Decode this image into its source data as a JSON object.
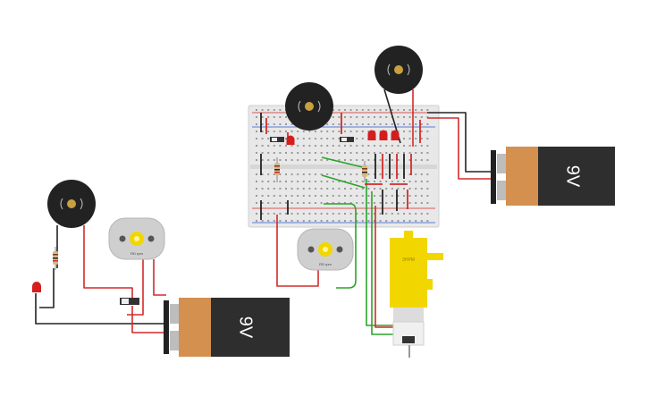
{
  "components": {
    "battery_left": {
      "label": "9V"
    },
    "battery_right": {
      "label": "9V"
    },
    "motor_left": {
      "label": "RD rpm"
    },
    "motor_center": {
      "label": "RD rpm"
    },
    "gear_motor": {
      "label": "3HPM"
    }
  },
  "colors": {
    "wire_red": "#d42a2a",
    "wire_black": "#222222",
    "wire_green": "#2aa42a",
    "battery_body": "#2e2e2e",
    "battery_label": "#d4904f",
    "breadboard": "#e6e6e6",
    "buzzer": "#222222",
    "buzzer_center": "#c8a040",
    "motor": "#cfcfcf",
    "gear_motor": "#f2d600",
    "led": "#d41e1e"
  }
}
